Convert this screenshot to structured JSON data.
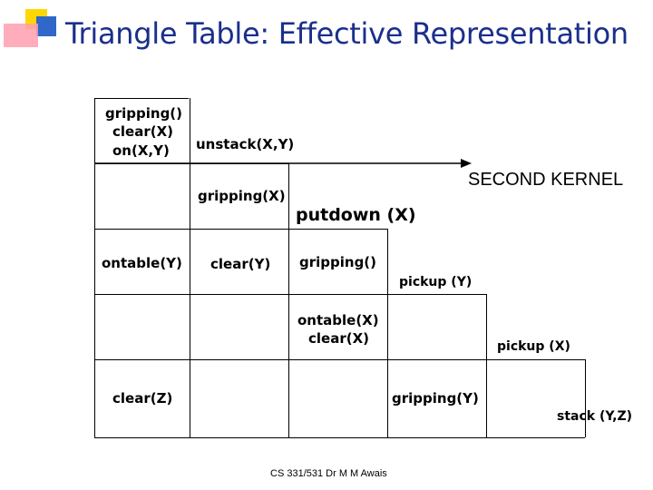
{
  "title": "Triangle Table: Effective Representation",
  "cells": {
    "r1c1": [
      "gripping()",
      "clear(X)",
      "on(X,Y)"
    ],
    "r2c2": "gripping(X)",
    "r3c1": "ontable(Y)",
    "r3c2": "clear(Y)",
    "r3c3": "gripping()",
    "r4c3": [
      "ontable(X)",
      "clear(X)"
    ],
    "r5c1": "clear(Z)",
    "r5c4": "gripping(Y)"
  },
  "operators": {
    "op1": "unstack(X,Y)",
    "op2": "putdown (X)",
    "op3": "pickup (Y)",
    "op4": "pickup (X)",
    "op5": "stack (Y,Z)"
  },
  "kernel_label": "SECOND KERNEL",
  "footer": "CS 331/531 Dr M M Awais"
}
